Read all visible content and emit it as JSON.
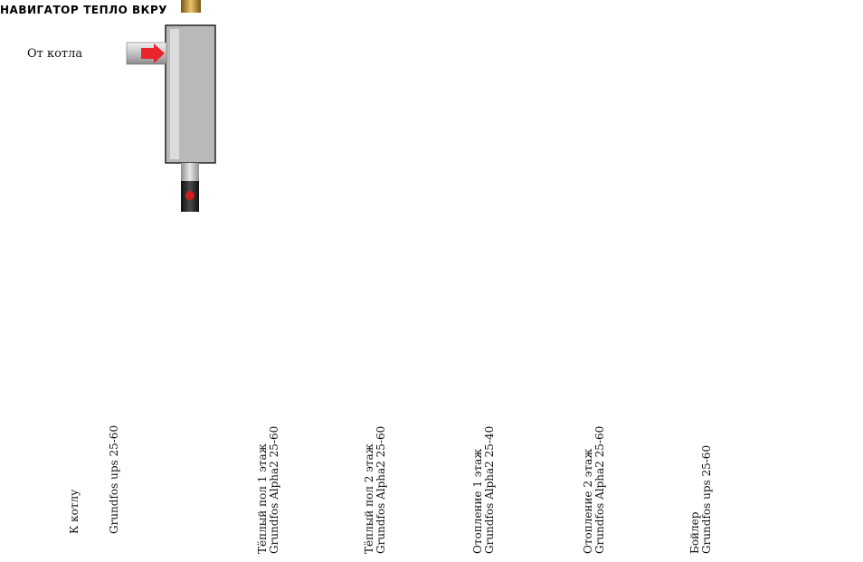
{
  "labels": {
    "from_boiler": "От котла",
    "to_boiler": "К котлу",
    "boiler_pump": "Grundfos ups 25-60",
    "brand_left": "НАВИГАТОР",
    "brand_right": "ТЕПЛО ВКРУ"
  },
  "circuits": [
    {
      "line1": "Тёплый пол 1 этаж",
      "line2": "Grundfos Alpha2 25-60"
    },
    {
      "line1": "Тёплый пол 2 этаж",
      "line2": "Grundfos Alpha2 25-60"
    },
    {
      "line1": "Отопление 1 этаж",
      "line2": "Grundfos Alpha2 25-40"
    },
    {
      "line1": "Отопление 2 этаж",
      "line2": "Grundfos Alpha2 25-60"
    },
    {
      "line1": "Бойлер",
      "line2": "Grundfos ups 25-60"
    }
  ],
  "colors": {
    "supply_arrow": "#e8242c",
    "return_arrow": "#3f6fd8",
    "pipe": "#c9c9c9",
    "brass": "#c89a3a",
    "pump_body": "#1c1c1c",
    "pump_display": "#2fd24a"
  }
}
